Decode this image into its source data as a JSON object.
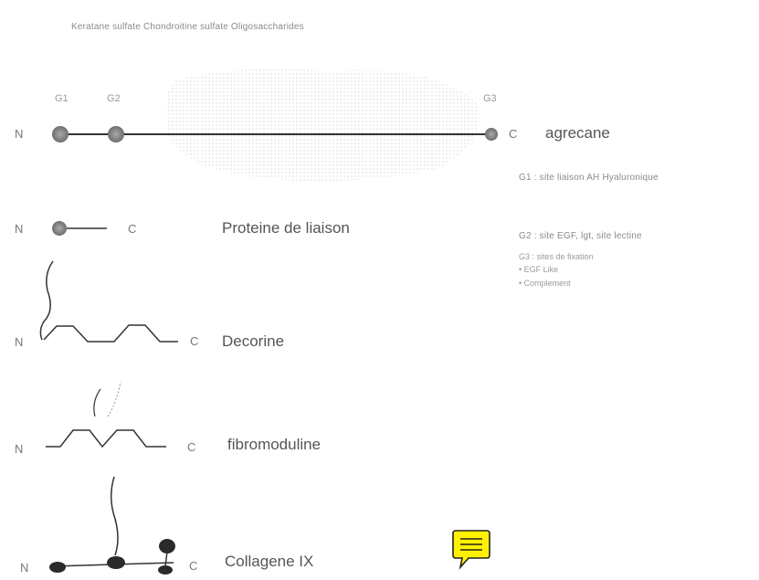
{
  "header": {
    "title": "Keratane sulfate Chondroitine sulfate Oligosaccharides"
  },
  "aggrecan": {
    "n": "N",
    "c": "C",
    "g1": "G1",
    "g2": "G2",
    "g3": "G3",
    "name": "agrecane",
    "legend": [
      "G1 : site liaison AH Hyaluronique",
      "G2 : site EGF, lgt, site lectine",
      "G3 : sites de fixation",
      "• EGF Like",
      "• Complement"
    ]
  },
  "link_protein": {
    "n": "N",
    "c": "C",
    "name": "Proteine de liaison"
  },
  "decorin": {
    "n": "N",
    "c": "C",
    "name": "Decorine"
  },
  "fibromodulin": {
    "n": "N",
    "c": "C",
    "name": "fibromoduline"
  },
  "collagen": {
    "n": "N",
    "c": "C",
    "name": "Collagene IX"
  },
  "colors": {
    "line": "#333333",
    "domain": "#8c8c8c",
    "collagen_dot": "#2a2a2a",
    "note_bg": "#fff200"
  },
  "icons": {
    "note": "comment-icon"
  }
}
